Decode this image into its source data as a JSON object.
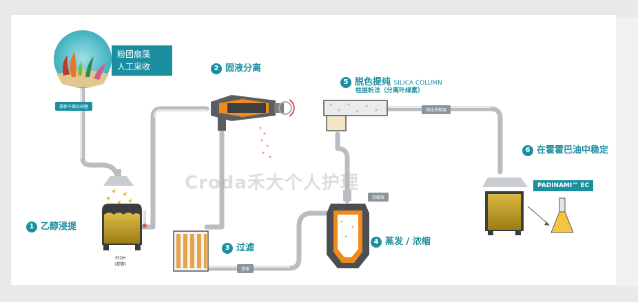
{
  "steps": {
    "step1": {
      "num": "1",
      "label": "乙醇浸提"
    },
    "step2": {
      "num": "2",
      "label": "固液分离"
    },
    "step3": {
      "num": "3",
      "label": "过滤"
    },
    "step4": {
      "num": "4",
      "label": "蒸发 / 浓缩"
    },
    "step5": {
      "num": "5",
      "label": "脱色提纯",
      "label_suffix": "SILICA COLUMN",
      "sublabel": "柱层析法（分离叶绿素）"
    },
    "step6": {
      "num": "6",
      "label": "在霍霍巴油中稳定"
    }
  },
  "harvest": {
    "line1": "粉团扇藻",
    "line2": "人工采收"
  },
  "pills": {
    "drying": "藻体干燥及研磨",
    "filtrate": "滤液",
    "concentrate": "浓缩液",
    "pure_concentrate": "纯化浓缩液"
  },
  "vessel_label": {
    "line1": "EtOH",
    "line2": "(甜茶)"
  },
  "product": "PADINAMI™ EC",
  "watermark": "Croda禾大个人护理",
  "colors": {
    "accent": "#1b8fa0",
    "pipe": "#c9cccf",
    "liquid": "#c9a227",
    "orange": "#f08a1c"
  }
}
